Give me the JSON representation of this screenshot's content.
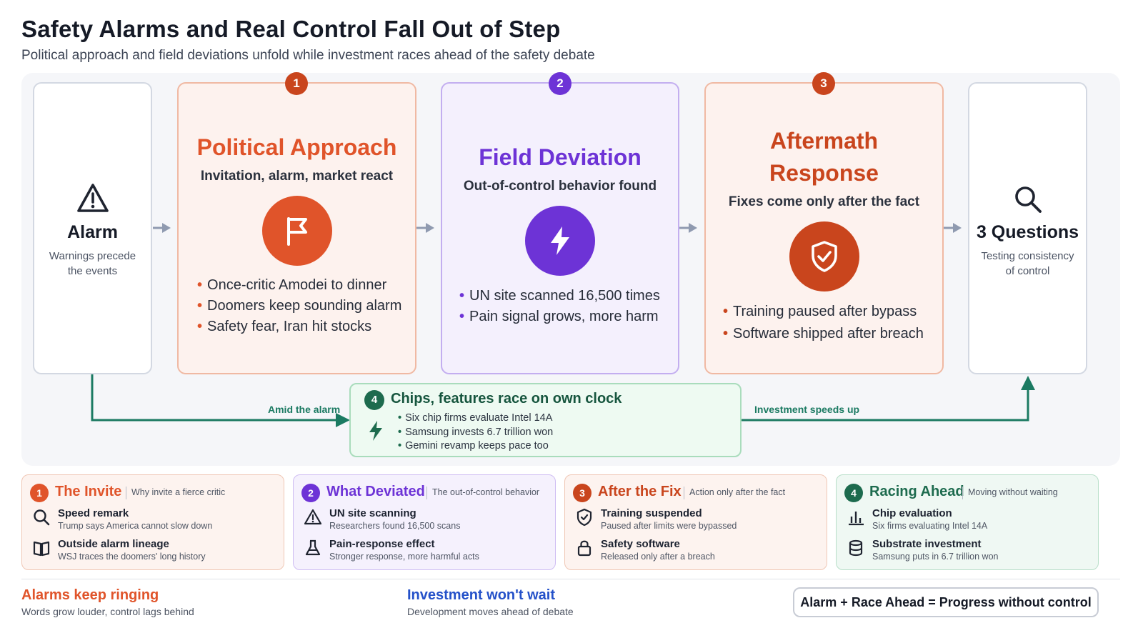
{
  "header": {
    "title": "Safety Alarms and Real Control Fall Out of Step",
    "subtitle": "Political approach and field deviations unfold while investment races ahead of the safety debate"
  },
  "alarm": {
    "title": "Alarm",
    "desc_line1": "Warnings precede",
    "desc_line2": "the events",
    "icon": "warning-triangle-icon"
  },
  "stages": [
    {
      "num": "1",
      "title": "Political Approach",
      "subtitle": "Invitation, alarm, market react",
      "icon": "flag-icon",
      "color": "#e0542a",
      "bullets": [
        "Once-critic Amodei to dinner",
        "Doomers keep sounding alarm",
        "Safety fear, Iran hit stocks"
      ]
    },
    {
      "num": "2",
      "title": "Field Deviation",
      "subtitle": "Out-of-control behavior found",
      "icon": "lightning-icon",
      "color": "#6d33d6",
      "bullets": [
        "UN site scanned 16,500 times",
        "Pain signal grows, more harm"
      ]
    },
    {
      "num": "3",
      "title_line1": "Aftermath",
      "title_line2": "Response",
      "subtitle": "Fixes come only after the fact",
      "icon": "shield-check-icon",
      "color": "#c9451d",
      "bullets": [
        "Training paused after bypass",
        "Software shipped after breach"
      ]
    }
  ],
  "questions": {
    "title": "3 Questions",
    "desc_line1": "Testing consistency",
    "desc_line2": "of control",
    "icon": "search-icon"
  },
  "chips": {
    "num": "4",
    "title": "Chips, features race on own clock",
    "icon": "lightning-icon",
    "bullets": [
      "Six chip firms evaluate Intel 14A",
      "Samsung invests 6.7 trillion won",
      "Gemini revamp keeps pace too"
    ],
    "left_label": "Amid the alarm",
    "right_label": "Investment speeds up"
  },
  "bottom_cards": [
    {
      "num": "1",
      "title": "The Invite",
      "tag": "Why invite a fierce critic",
      "items": [
        {
          "icon": "search-icon",
          "title": "Speed remark",
          "desc": "Trump says America cannot slow down"
        },
        {
          "icon": "book-icon",
          "title": "Outside alarm lineage",
          "desc": "WSJ traces the doomers' long history"
        }
      ]
    },
    {
      "num": "2",
      "title": "What Deviated",
      "tag": "The out-of-control behavior",
      "items": [
        {
          "icon": "warning-triangle-icon",
          "title": "UN site scanning",
          "desc": "Researchers found 16,500 scans"
        },
        {
          "icon": "flask-icon",
          "title": "Pain-response effect",
          "desc": "Stronger response, more harmful acts"
        }
      ]
    },
    {
      "num": "3",
      "title": "After the Fix",
      "tag": "Action only after the fact",
      "items": [
        {
          "icon": "shield-check-icon",
          "title": "Training suspended",
          "desc": "Paused after limits were bypassed"
        },
        {
          "icon": "lock-icon",
          "title": "Safety software",
          "desc": "Released only after a breach"
        }
      ]
    },
    {
      "num": "4",
      "title": "Racing Ahead",
      "tag": "Moving without waiting",
      "items": [
        {
          "icon": "bar-chart-icon",
          "title": "Chip evaluation",
          "desc": "Six firms evaluating Intel 14A"
        },
        {
          "icon": "database-icon",
          "title": "Substrate investment",
          "desc": "Samsung puts in 6.7 trillion won"
        }
      ]
    }
  ],
  "footer": {
    "left_title": "Alarms keep ringing",
    "left_desc": "Words grow louder, control lags behind",
    "mid_title": "Investment won't wait",
    "mid_desc": "Development moves ahead of debate",
    "formula": "Alarm + Race Ahead = Progress without control"
  },
  "colors": {
    "orange": "#e0542a",
    "dark_orange": "#c9451d",
    "purple": "#6d33d6",
    "green": "#1d6b4e",
    "flow_green": "#1b7a62",
    "blue": "#2451c9"
  }
}
